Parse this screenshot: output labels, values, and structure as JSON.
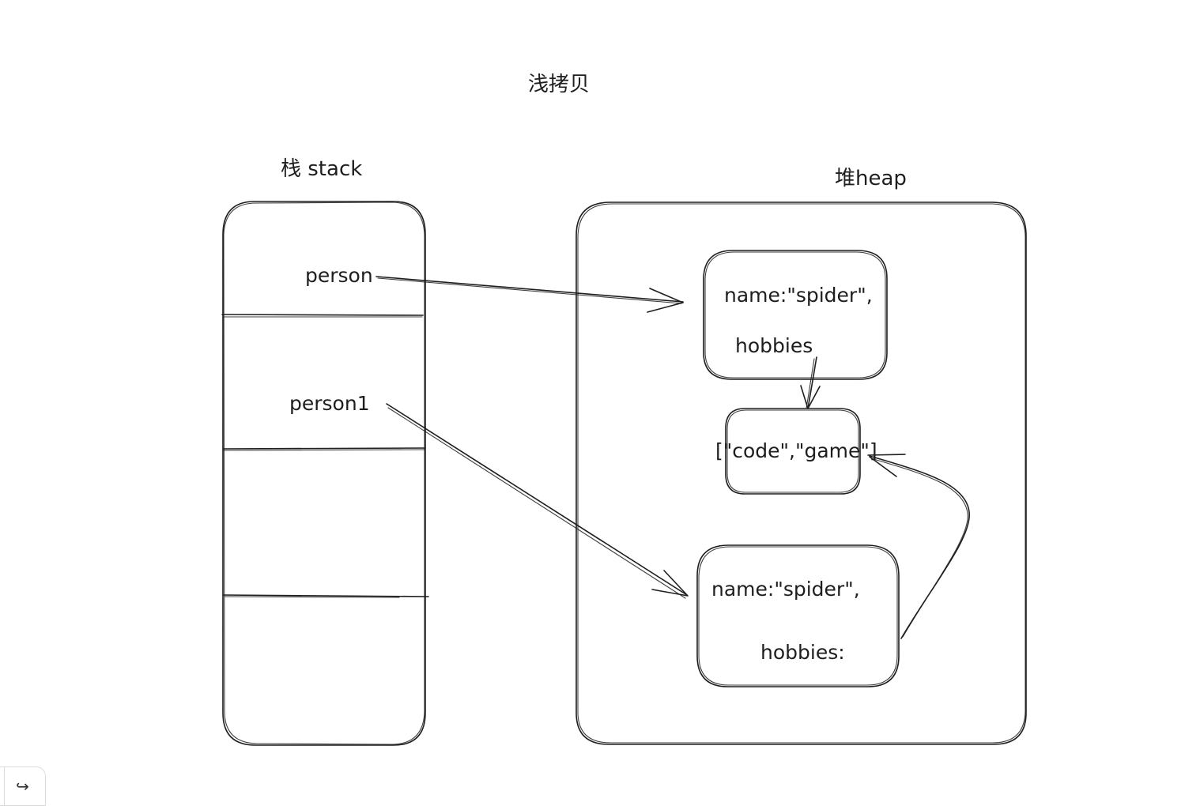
{
  "diagram": {
    "title": "浅拷贝",
    "stack": {
      "label": "栈 stack",
      "cells": [
        "person",
        "person1",
        "",
        ""
      ]
    },
    "heap": {
      "label": "堆heap",
      "object1": {
        "line1": "name:\"spider\",",
        "line2": "hobbies"
      },
      "array": {
        "text": "[\"code\",\"game\"]"
      },
      "object2": {
        "line1": "name:\"spider\",",
        "line2": "hobbies:"
      }
    },
    "arrows": [
      {
        "from": "person",
        "to": "heap-object-1"
      },
      {
        "from": "person1",
        "to": "heap-object-2"
      },
      {
        "from": "heap-object-1.hobbies",
        "to": "heap-array"
      },
      {
        "from": "heap-object-2.hobbies",
        "to": "heap-array"
      }
    ],
    "colors": {
      "stroke": "#1e1e1e",
      "background": "#ffffff"
    }
  },
  "toolbar": {
    "redo_icon": "↪"
  }
}
